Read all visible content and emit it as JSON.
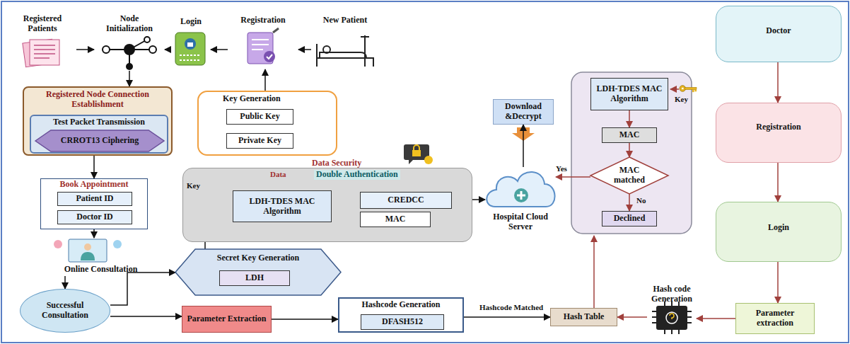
{
  "diagram": {
    "nodes": [
      {
        "text": [
          "Registered Patients"
        ]
      },
      {
        "text": [
          "Node Initialization"
        ]
      },
      {
        "text": [
          "Login"
        ]
      },
      {
        "text": [
          "Registration"
        ]
      },
      {
        "text": [
          "New Patient"
        ]
      },
      {
        "text": [
          "Key Generation"
        ]
      },
      {
        "text": [
          "Public Key"
        ],
        "in": 5
      },
      {
        "text": [
          "Private Key"
        ],
        "in": 5
      },
      {
        "text": [
          "Registered Node Connection Establishment"
        ]
      },
      {
        "text": [
          "Test Packet Transmission"
        ],
        "in": 8
      },
      {
        "text": [
          "CRROT13 Ciphering"
        ],
        "in": 9
      },
      {
        "text": [
          "Book Appointment"
        ]
      },
      {
        "text": [
          "Patient ID"
        ],
        "in": 11
      },
      {
        "text": [
          "Doctor ID"
        ],
        "in": 11
      },
      {
        "text": [
          "Online Consultation"
        ]
      },
      {
        "text": [
          "Data Security",
          "Double Authentication"
        ]
      },
      {
        "text": [
          "LDH-TDES MAC Algorithm"
        ],
        "in": 15
      },
      {
        "text": [
          "CREDCC"
        ],
        "in": 15
      },
      {
        "text": [
          "MAC"
        ],
        "in": 15
      },
      {
        "text": [
          "Secret Key Generation"
        ]
      },
      {
        "text": [
          "LDH"
        ],
        "in": 19
      },
      {
        "text": [
          "Successful Consultation"
        ]
      },
      {
        "text": [
          "Parameter Extraction"
        ]
      },
      {
        "text": [
          "Hashcode Generation"
        ]
      },
      {
        "text": [
          "DFASH512"
        ],
        "in": 23
      },
      {
        "text": [
          "Hash Table"
        ]
      },
      {
        "text": [
          "Hash code Generation"
        ]
      },
      {
        "text": [
          "Hospital Cloud Server"
        ]
      },
      {
        "text": [
          "Download &Decrypt"
        ]
      },
      {
        "text": [
          "LDH-TDES MAC Algorithm"
        ]
      },
      {
        "text": [
          "MAC"
        ]
      },
      {
        "text": [
          "MAC matched"
        ]
      },
      {
        "text": [
          "Declined"
        ]
      },
      {
        "text": [
          "Doctor"
        ]
      },
      {
        "text": [
          "Registration"
        ]
      },
      {
        "text": [
          "Login"
        ]
      },
      {
        "text": [
          "Parameter extraction"
        ]
      }
    ],
    "edges": [
      {
        "from": 0,
        "to": 1,
        "arrow": "to"
      },
      {
        "from": 2,
        "to": 1,
        "arrow": "to"
      },
      {
        "from": 3,
        "to": 2,
        "arrow": "to"
      },
      {
        "from": 4,
        "to": 3,
        "arrow": "to"
      },
      {
        "from": 5,
        "to": 3,
        "arrow": "to"
      },
      {
        "from": 1,
        "to": 8,
        "arrow": "to"
      },
      {
        "from": 8,
        "to": 11,
        "arrow": "to"
      },
      {
        "from": 11,
        "to": 14,
        "arrow": "to"
      },
      {
        "from": 14,
        "to": 21,
        "arrow": "to"
      },
      {
        "from": 21,
        "to": 19,
        "arrow": "to"
      },
      {
        "from": 19,
        "to": 16,
        "label": "Key",
        "arrow": "to"
      },
      {
        "from": 16,
        "to": 17,
        "arrow": "to"
      },
      {
        "from": 16,
        "to": 18,
        "arrow": "to"
      },
      {
        "from": 17,
        "to": 27,
        "arrow": "to"
      },
      {
        "from": 27,
        "to": 28,
        "arrow": "to"
      },
      {
        "from": 31,
        "to": 27,
        "label": "Yes",
        "arrow": "to"
      },
      {
        "from": 21,
        "to": 22,
        "arrow": "to"
      },
      {
        "from": 22,
        "to": 23,
        "arrow": "to"
      },
      {
        "from": 23,
        "to": 25,
        "label": "Hashcode Matched",
        "arrow": "to"
      },
      {
        "from": 33,
        "to": 34,
        "arrow": "to"
      },
      {
        "from": 34,
        "to": 35,
        "arrow": "to"
      },
      {
        "from": 35,
        "to": 36,
        "arrow": "to"
      },
      {
        "from": 36,
        "to": 26,
        "arrow": "to"
      },
      {
        "from": 26,
        "to": 25,
        "arrow": "to"
      },
      {
        "from": 29,
        "to": 30,
        "arrow": "to"
      },
      {
        "from": 30,
        "to": 31,
        "arrow": "to"
      },
      {
        "from": 31,
        "to": 32,
        "label": "No",
        "arrow": "to"
      }
    ],
    "labels": [
      "Data",
      "Key"
    ]
  }
}
